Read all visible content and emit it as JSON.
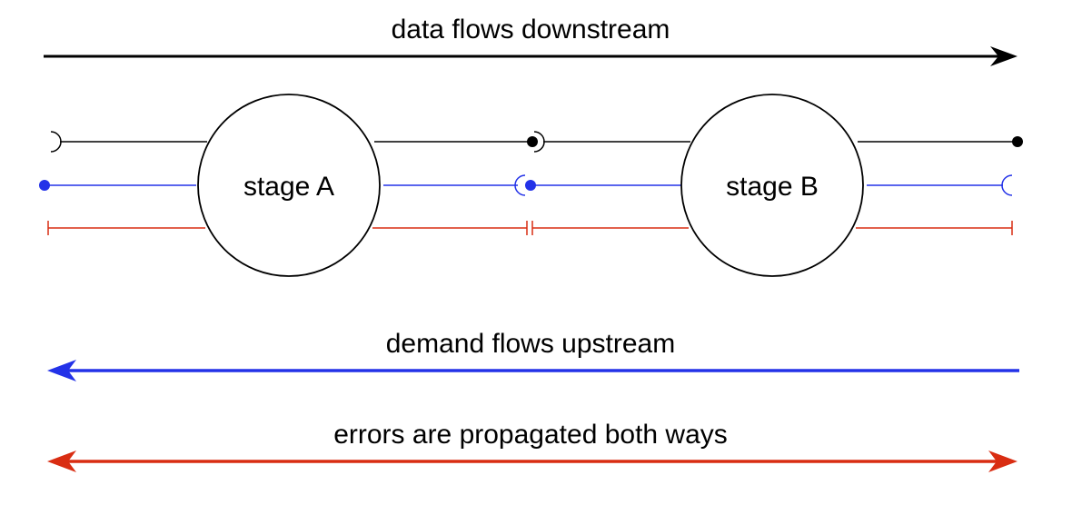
{
  "captions": {
    "data_flow": "data flows downstream",
    "demand_flow": "demand flows upstream",
    "error_flow": "errors are propagated both ways"
  },
  "stages": [
    {
      "label": "stage A"
    },
    {
      "label": "stage B"
    }
  ],
  "colors": {
    "data": "#000000",
    "demand": "#2332e8",
    "error": "#d92d12"
  }
}
